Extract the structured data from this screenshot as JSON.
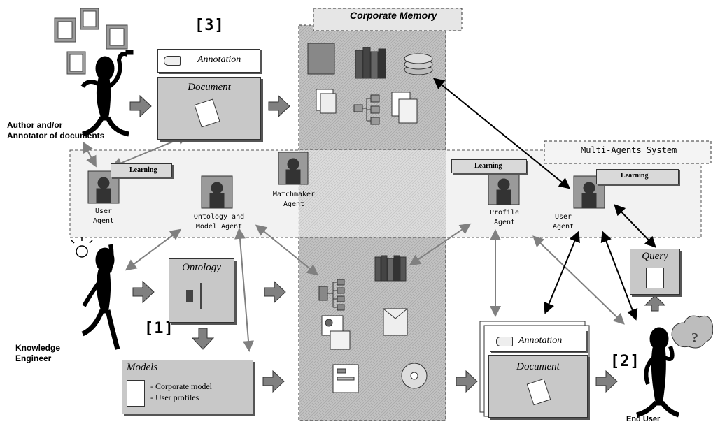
{
  "corporate_memory": {
    "title": "Corporate Memory"
  },
  "mas": {
    "title": "Multi-Agents System"
  },
  "step_labels": {
    "step3": "[3]",
    "step1": "[1]",
    "step2": "[2]"
  },
  "actors": {
    "author": "Author and/or\nAnnotator of documents",
    "engineer": "Knowledge\nEngineer",
    "end_user": "End User"
  },
  "boxes": {
    "annotation_top": "Annotation",
    "document_top": "Document",
    "ontology": "Ontology",
    "models": "Models",
    "models_item_1": "- Corporate model",
    "models_item_2": "- User profiles",
    "annotation_bottom": "Annotation",
    "document_bottom": "Document",
    "query": "Query"
  },
  "agents": {
    "user_agent_left": "User\nAgent",
    "ontology_agent": "Ontology and\nModel Agent",
    "matchmaker_agent": "Matchmaker\nAgent",
    "profile_agent": "Profile\nAgent",
    "user_agent_right": "User\nAgent"
  },
  "learning_labels": {
    "left": "Learning",
    "profile": "Learning",
    "right": "Learning"
  }
}
